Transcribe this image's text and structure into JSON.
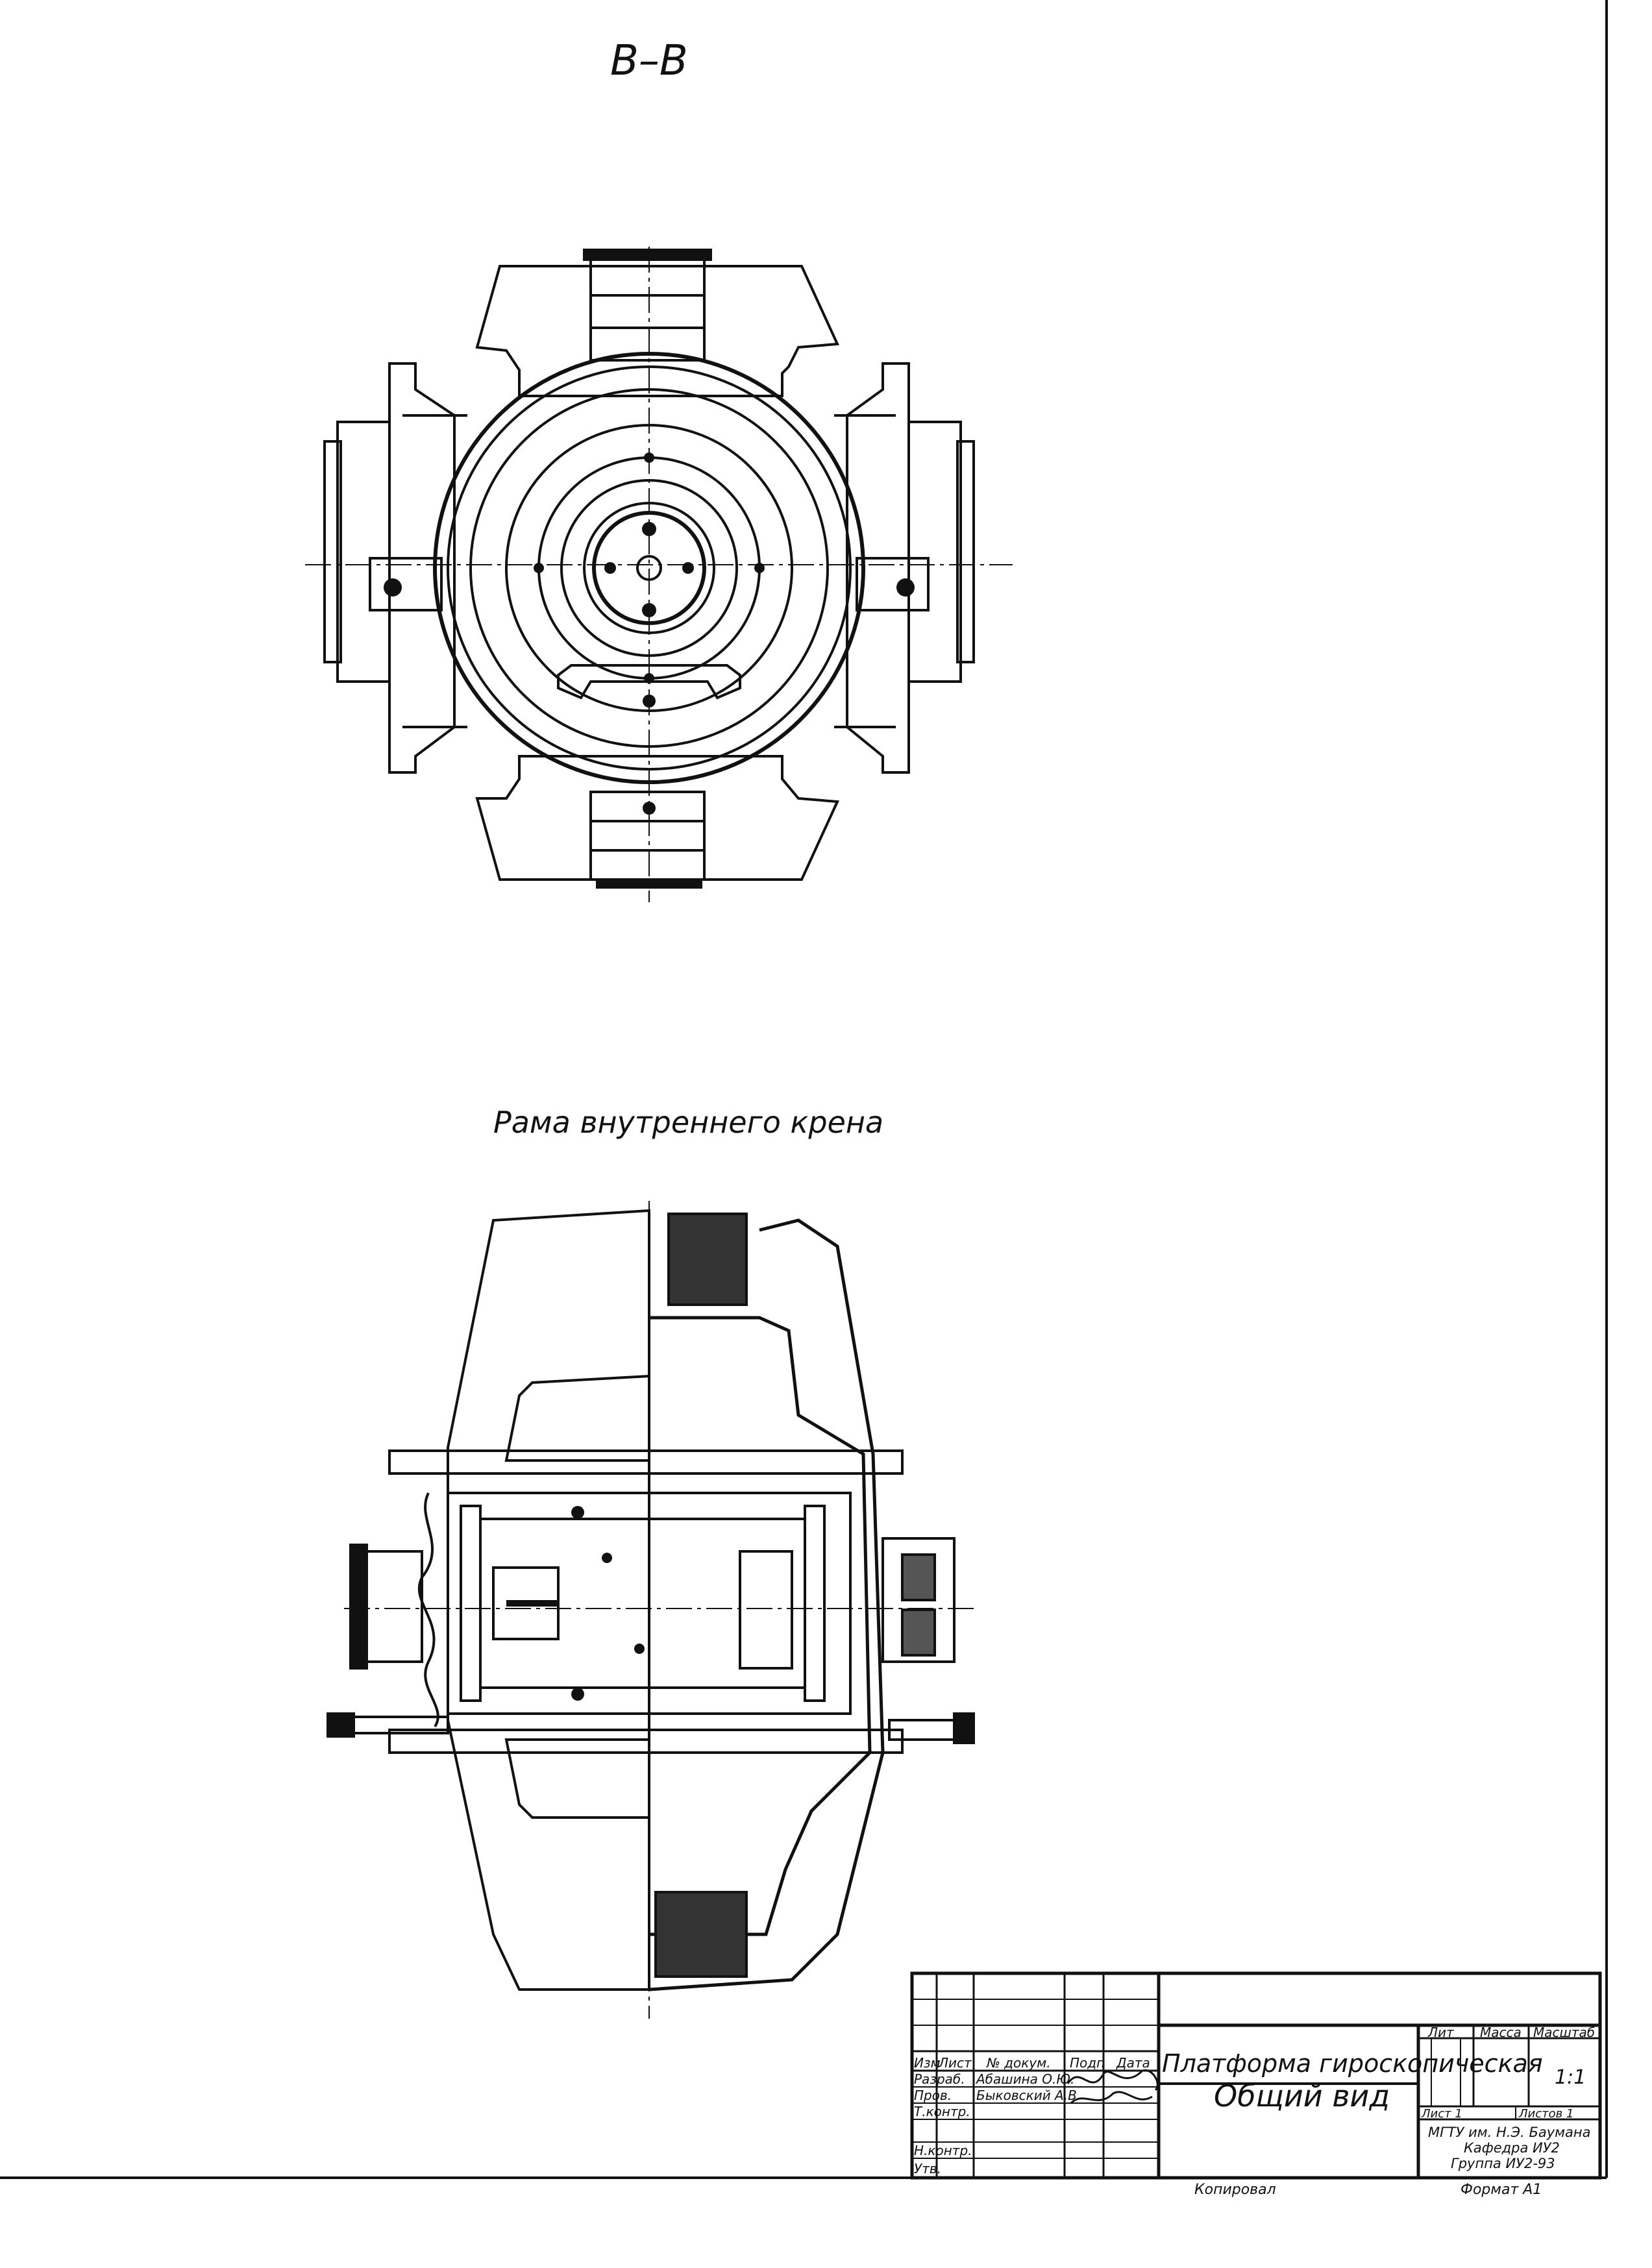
{
  "drawing": {
    "section_label": "В–В",
    "view_caption": "Рама внутреннего крена"
  },
  "title_block": {
    "title_line1": "Платформа гироскопическая",
    "title_line2": "Общий вид",
    "col_headers": {
      "izm": "Изм",
      "list": "Лист",
      "doc": "№ докум.",
      "sign": "Подп",
      "date": "Дата"
    },
    "rows": [
      {
        "role": "Разраб.",
        "name": "Абашина О.Ю."
      },
      {
        "role": "Пров.",
        "name": "Быковский А.В."
      },
      {
        "role": "Т.контр.",
        "name": ""
      },
      {
        "role": "",
        "name": ""
      },
      {
        "role": "Н.контр.",
        "name": ""
      },
      {
        "role": "Утв.",
        "name": ""
      }
    ],
    "lit": "Лит",
    "mass": "Масса",
    "scale_label": "Масштаб",
    "scale_value": "1:1",
    "sheet": "Лист 1",
    "sheets": "Листов 1",
    "org_line1": "МГТУ им. Н.Э. Баумана",
    "org_line2": "Кафедра ИУ2",
    "org_line3": "Группа ИУ2-93",
    "copied": "Копировал",
    "format": "Формат   А1"
  }
}
